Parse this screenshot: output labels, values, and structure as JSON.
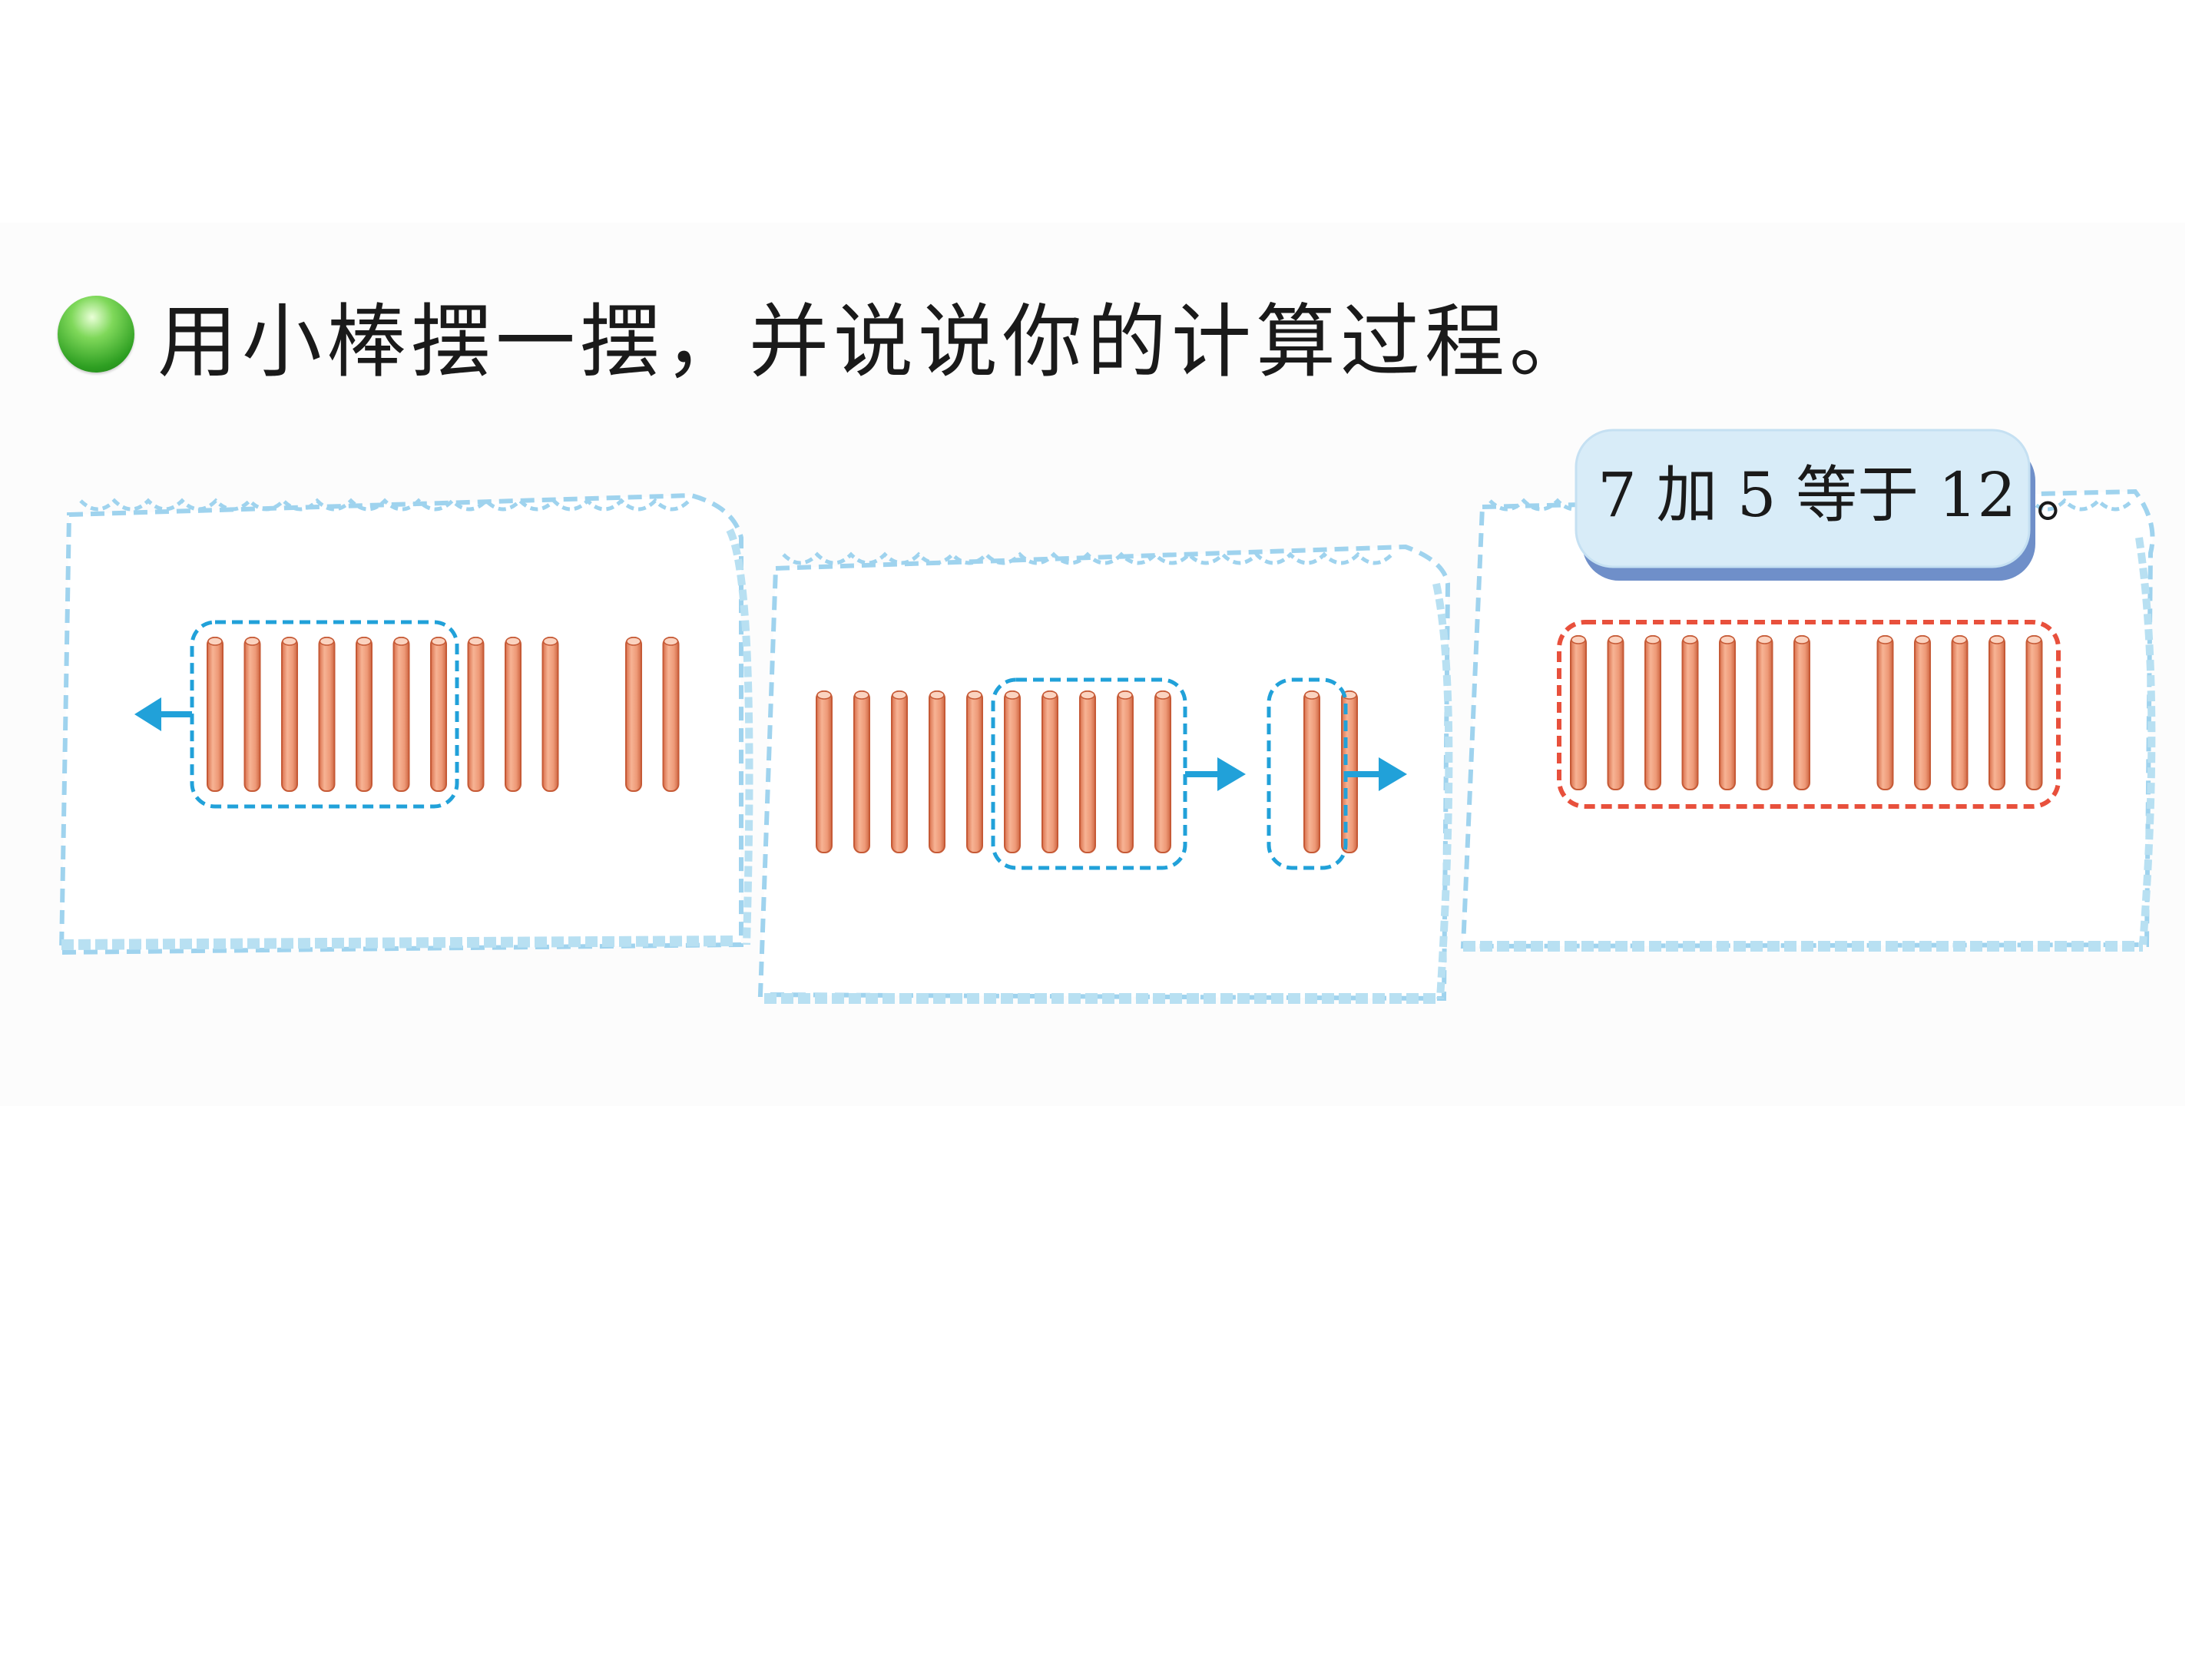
{
  "instruction": "用小棒摆一摆，并说说你的计算过程。",
  "speech_bubble": "7 加 5 等于 12 。",
  "panels": [
    {
      "name": "panel-1",
      "sticks_per_group": [
        7,
        3,
        2
      ],
      "circled": "first 7",
      "arrow": "left"
    },
    {
      "name": "panel-2",
      "sticks_per_group": [
        5,
        5,
        2
      ],
      "circled": "last 5 and 2",
      "arrow": "right"
    },
    {
      "name": "panel-3",
      "sticks_per_group": [
        7,
        5
      ],
      "circled": "all 12",
      "arrow": "none"
    }
  ],
  "colors": {
    "stick_fill": "#ee9a78",
    "stick_edge": "#c65a36",
    "blue_outline": "#21a1d9",
    "red_outline": "#e8503c",
    "paper_border": "#9fd3ee",
    "bubble_fill": "#d8ecf8",
    "bubble_shadow": "#6f8fc9",
    "title_dot": "#3aa62c"
  }
}
